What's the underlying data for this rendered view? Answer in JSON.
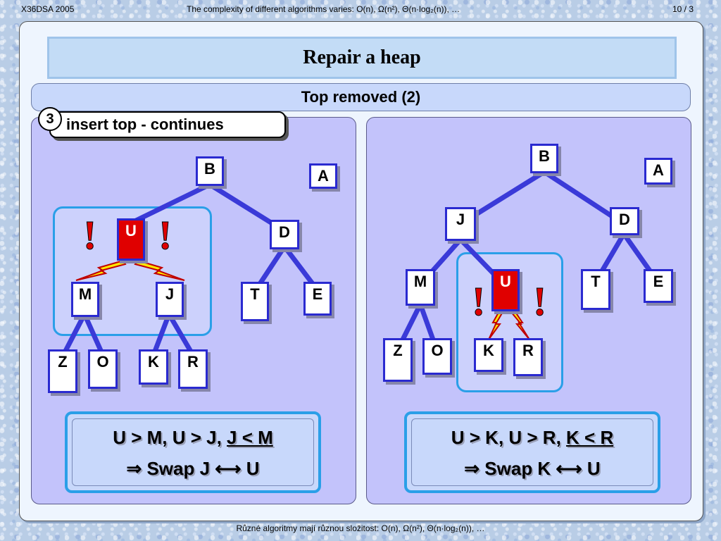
{
  "header": {
    "course": "X36DSA  2005",
    "topic": "The complexity of different algorithms varies:  O(n), Ω(n²), Θ(n·log₂(n)), …",
    "page": "10 / 3"
  },
  "slide": {
    "title": "Repair a heap",
    "subtitle": "Top removed  (2)",
    "step_number": "3",
    "step_label": "insert top - continues"
  },
  "left_tree": {
    "nodes": {
      "B": "B",
      "A": "A",
      "U": "U",
      "D": "D",
      "M": "M",
      "J": "J",
      "T": "T",
      "E": "E",
      "Z": "Z",
      "O": "O",
      "K": "K",
      "R": "R"
    },
    "formula_line1_plain": "U > M,  U > J,  ",
    "formula_line1_underlined": "J < M",
    "formula_line2": "⇒  Swap  J ⟷ U"
  },
  "right_tree": {
    "nodes": {
      "B": "B",
      "A": "A",
      "J": "J",
      "D": "D",
      "M": "M",
      "U": "U",
      "T": "T",
      "E": "E",
      "Z": "Z",
      "O": "O",
      "K": "K",
      "R": "R"
    },
    "formula_line1_plain": "U > K,  U > R,  ",
    "formula_line1_underlined": "K < R",
    "formula_line2": "⇒  Swap  K ⟷ U"
  },
  "exclamation": "!",
  "footer": "Různé algoritmy mají různou složitost:  O(n), Ω(n²), Θ(n·log₂(n)), …",
  "colors": {
    "node_border": "#2a2ad0",
    "edge": "#3a3ad8",
    "highlight": "#e00000",
    "bolt": "#ffe800"
  }
}
